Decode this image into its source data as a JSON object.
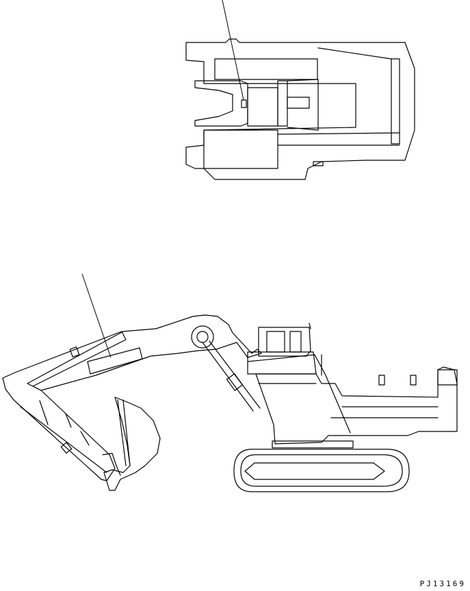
{
  "figure": {
    "reference_code": "PJ13169",
    "views": [
      {
        "id": "top-view",
        "subject": "excavator-top"
      },
      {
        "id": "side-view",
        "subject": "excavator-side"
      }
    ],
    "line_color": "#000000",
    "background": "#ffffff"
  }
}
